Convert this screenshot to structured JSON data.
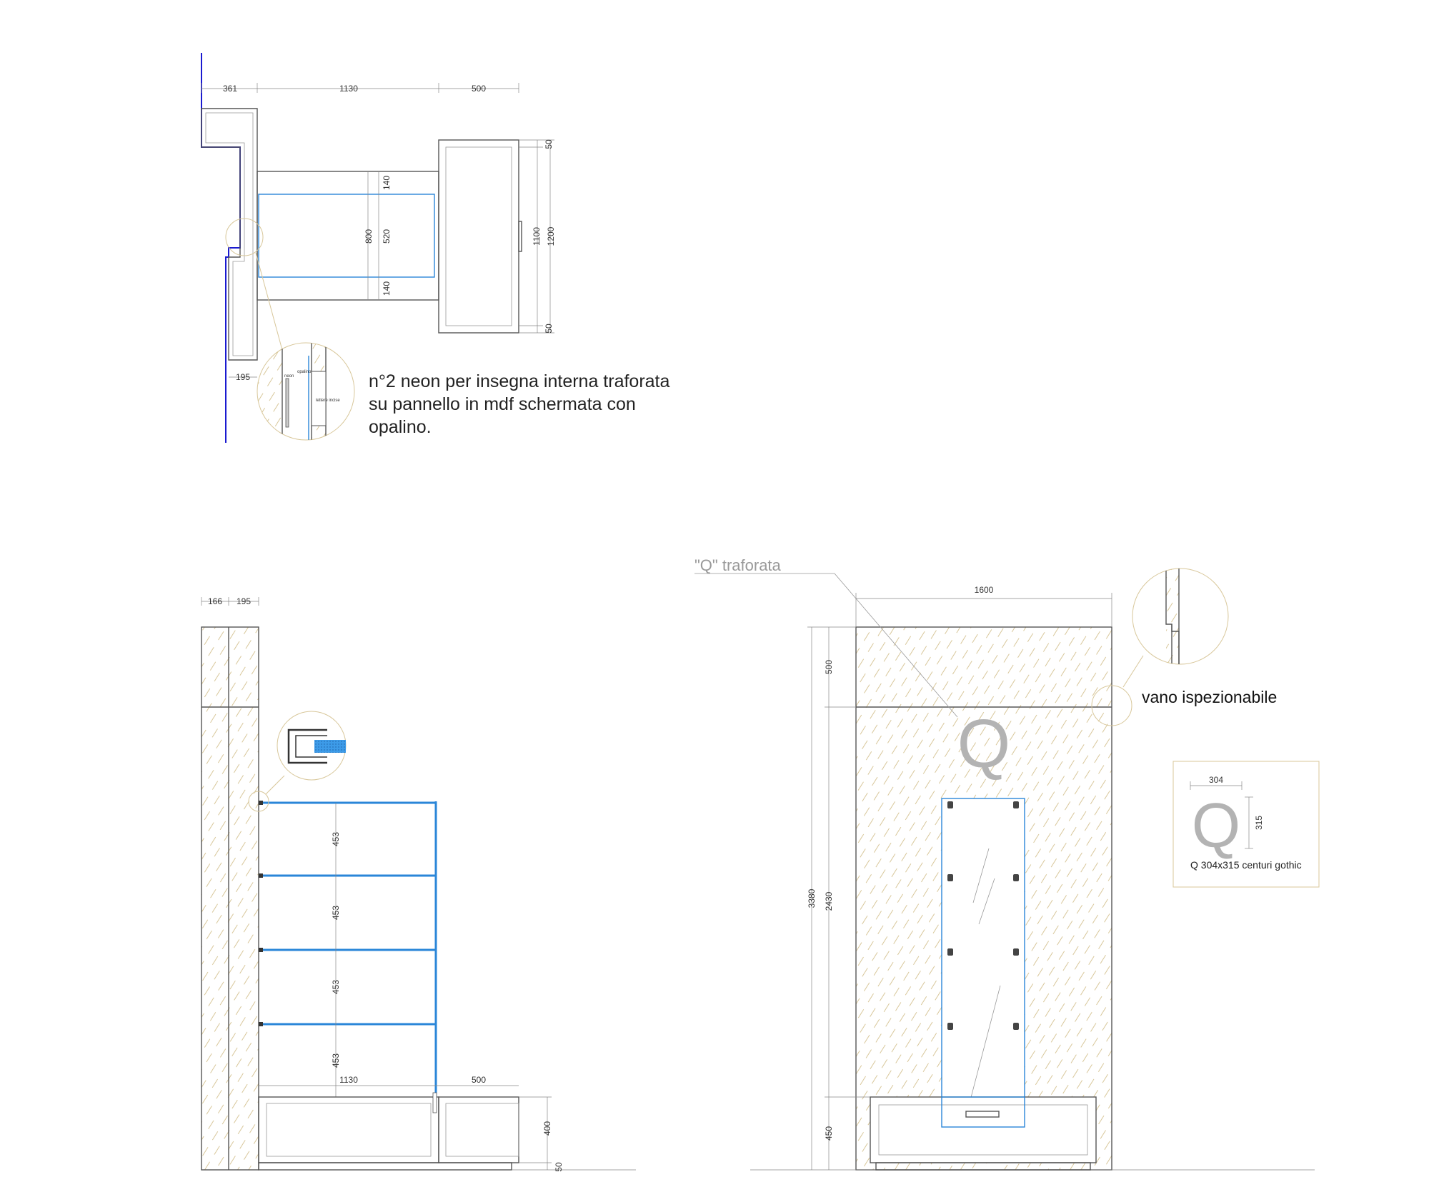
{
  "colors": {
    "line": "#555555",
    "wall_blue": "#1a1ad0",
    "glass_blue": "#2a86d8",
    "hatch_gold": "#d8c79a",
    "callout_grey": "#999999"
  },
  "plan": {
    "dims_top": [
      "361",
      "1130",
      "500"
    ],
    "dims_cabinet": [
      "50",
      "1100",
      "1200",
      "50"
    ],
    "dims_shelf": [
      "140",
      "520",
      "140",
      "800"
    ],
    "dim_left_bottom": "195",
    "detail_labels": [
      "neon",
      "opalino",
      "lettere incise"
    ],
    "note_lines": [
      "n°2 neon per insegna interna traforata",
      "su pannello in mdf schermata con",
      "opalino."
    ]
  },
  "side_elevation": {
    "dims_top": [
      "166",
      "195"
    ],
    "shelf_gaps": [
      "453",
      "453",
      "453",
      "453"
    ],
    "dims_base": [
      "1130",
      "500"
    ],
    "dims_right": [
      "400",
      "50"
    ]
  },
  "front_elevation": {
    "callout": "\"Q\" traforata",
    "dim_width": "1600",
    "dims_left": [
      "500",
      "2430",
      "450",
      "3380"
    ],
    "letter": "Q",
    "detail_label": "vano ispezionabile"
  },
  "q_detail": {
    "dim_w": "304",
    "dim_h": "315",
    "letter": "Q",
    "caption": "Q 304x315 centuri gothic"
  }
}
